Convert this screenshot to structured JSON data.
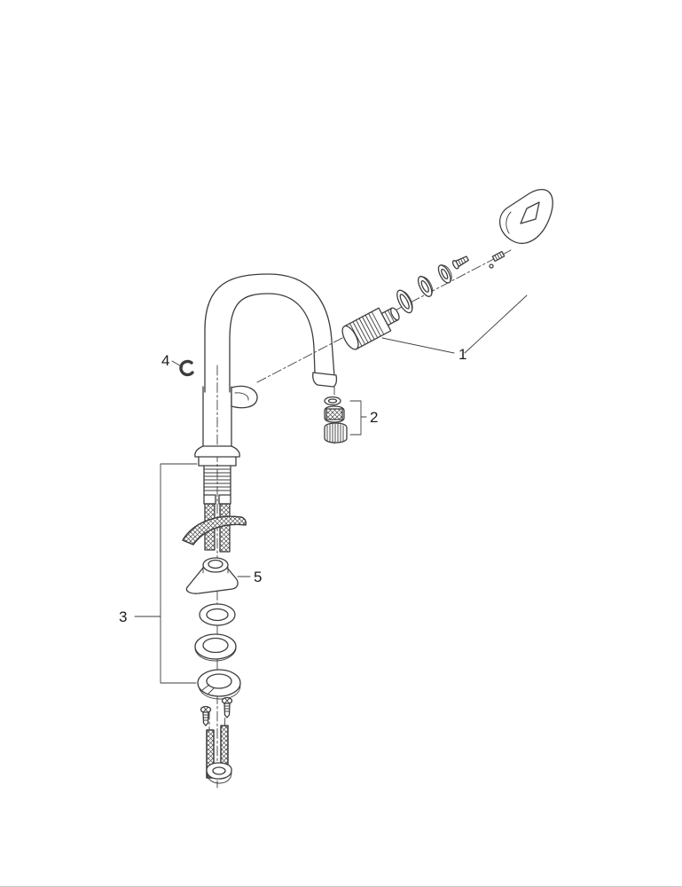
{
  "page": {
    "background": "#ffffff",
    "line_color": "#3d3d3d",
    "label_color": "#1c1c1c",
    "edge_line_color": "#c9c9c9"
  },
  "diagram": {
    "kind": "exploded-parts-diagram",
    "subject": "single-lever high-arc kitchen faucet",
    "callouts": [
      {
        "label": "1",
        "part": "handle-and-cartridge-assembly"
      },
      {
        "label": "2",
        "part": "aerator-inserts"
      },
      {
        "label": "3",
        "part": "mounting-washers-and-base-seals"
      },
      {
        "label": "4",
        "part": "retaining-clip"
      },
      {
        "label": "5",
        "part": "mounting-wedge-bracket"
      }
    ]
  }
}
